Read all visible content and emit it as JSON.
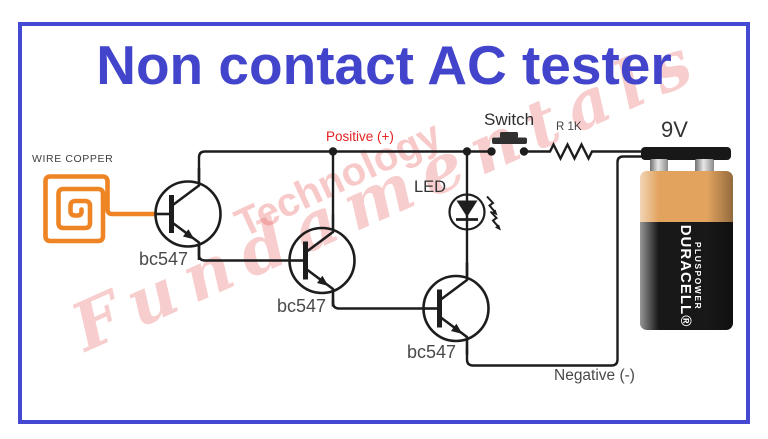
{
  "title": "Non contact AC tester",
  "watermark": {
    "line1": "Technology",
    "line2": "Fundamentals"
  },
  "circuit": {
    "coil_label": "WIRE COPPER",
    "transistors": [
      {
        "label": "bc547"
      },
      {
        "label": "bc547"
      },
      {
        "label": "bc547"
      }
    ],
    "rails": {
      "positive": "Positive (+)",
      "negative": "Negative (-)"
    },
    "led_label": "LED",
    "switch_label": "Switch",
    "resistor_label": "R 1K",
    "battery": {
      "voltage": "9V",
      "brand": "DURACELL®",
      "series": "PLUSPOWER"
    }
  },
  "colors": {
    "frame_blue": "#4549d1",
    "title_blue": "#4245cb",
    "wire_black": "#1d1d1d",
    "coil_orange": "#ef8424",
    "positive_red": "#e32222",
    "battery_copper": "#e2a35f",
    "battery_black": "#181818",
    "watermark_pink": "rgba(242,156,156,0.55)",
    "watermark_red": "rgba(230,88,88,0.30)"
  }
}
